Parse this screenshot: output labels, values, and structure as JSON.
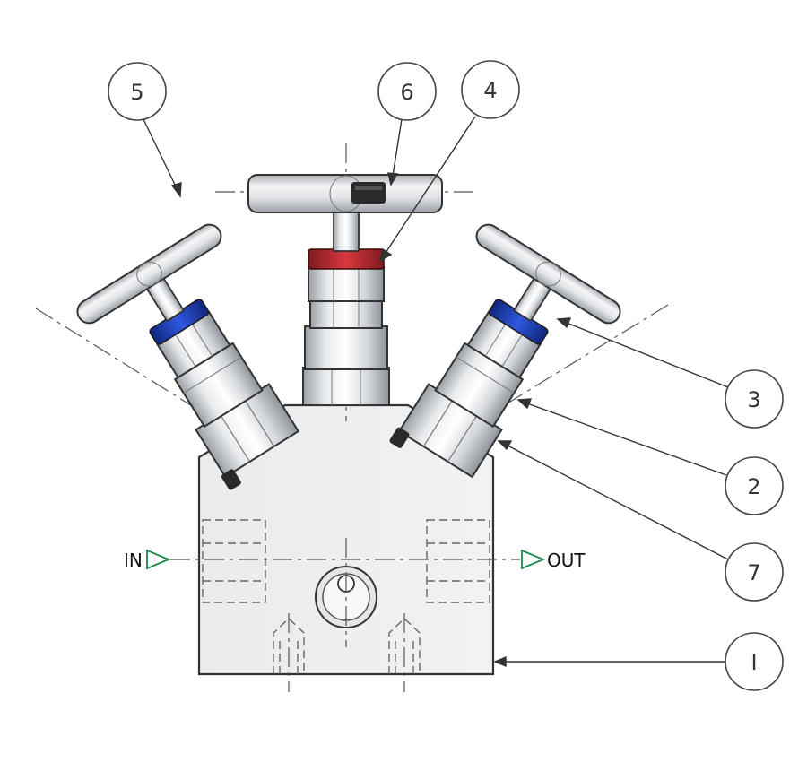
{
  "colors": {
    "outline": "#333333",
    "steel_light": "#eef0f2",
    "steel_mid": "#c8ccd1",
    "steel_dark": "#8a9097",
    "red_collar": "#c0282f",
    "blue_collar": "#1d3fbf",
    "dark_plug": "#2a2a2a",
    "flow_arrow": "#1a8a4a",
    "centerline": "#555555"
  },
  "balloons": [
    {
      "id": "balloon-5",
      "label": "5"
    },
    {
      "id": "balloon-6",
      "label": "6"
    },
    {
      "id": "balloon-4",
      "label": "4"
    },
    {
      "id": "balloon-3",
      "label": "3"
    },
    {
      "id": "balloon-2",
      "label": "2"
    },
    {
      "id": "balloon-7",
      "label": "7"
    },
    {
      "id": "balloon-1",
      "label": "I"
    }
  ],
  "ports": {
    "inlet_label": "IN",
    "outlet_label": "OUT"
  },
  "parts": [
    {
      "name": "manifold-body"
    },
    {
      "name": "bonnet"
    },
    {
      "name": "gland-nut"
    },
    {
      "name": "colour-code-ring"
    },
    {
      "name": "t-handle"
    },
    {
      "name": "handle-grub-screw"
    },
    {
      "name": "locking-plug"
    }
  ]
}
